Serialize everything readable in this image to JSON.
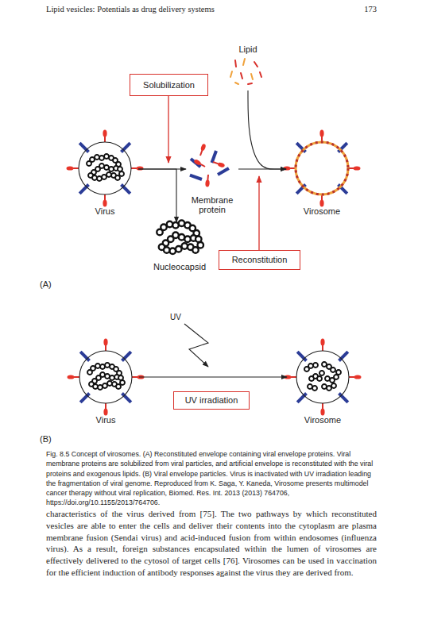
{
  "diagram": {
    "caption": "Fig. 8.5 Concept of virosomes. (A) Reconstituted envelope containing viral envelope proteins. Viral membrane proteins are solubilized from viral particles, and artificial envelope is reconstituted with the viral proteins and exogenous lipids. (B) Viral envelope particles. Virus is inactivated with UV irradiation leading the fragmentation of viral genome. Reproduced from K. Saga, Y. Kaneda, Virosome presents multimodel cancer therapy without viral replication, Biomed. Res. Int. 2013 (2013) 764706, https://doi.org/10.1155/2013/764706.",
    "nodes": [
      {
        "text": [
          "Lipid"
        ]
      },
      {
        "text": [
          "Solubilization"
        ]
      },
      {
        "text": [
          "Virus"
        ]
      },
      {
        "text": [
          "Membrane protein"
        ]
      },
      {
        "text": [
          "Virosome"
        ]
      },
      {
        "text": [
          "Nucleocapsid"
        ]
      },
      {
        "text": [
          "Reconstitution"
        ]
      },
      {
        "text": [
          "Virus"
        ]
      },
      {
        "text": [
          "UV irradiation"
        ]
      },
      {
        "text": [
          "Virosome"
        ]
      }
    ],
    "edges": [
      {
        "from": 2,
        "to": 3,
        "arrow": "to"
      },
      {
        "from": 2,
        "to": 5,
        "arrow": "to"
      },
      {
        "from": 3,
        "to": 4,
        "arrow": "to"
      },
      {
        "from": 0,
        "to": 4,
        "arrow": "to"
      },
      {
        "from": 7,
        "to": 9,
        "arrow": "to"
      }
    ],
    "labels": [
      "Lipid vesicles: Potentials as drug delivery systems",
      "173",
      "(A)",
      "UV",
      "(B)",
      "characteristics of the virus derived from [75]. The two pathways by which reconstituted vesicles are able to enter the cells and deliver their contents into the cytoplasm are plasma membrane fusion (Sendai virus) and acid-induced fusion from within endosomes (influenza virus). As a result, foreign substances encapsulated within the lumen of virosomes are effectively delivered to the cytosol of target cells [76]. Virosomes can be used in vaccination for the efficient induction of antibody responses against the virus they are derived from."
    ]
  }
}
